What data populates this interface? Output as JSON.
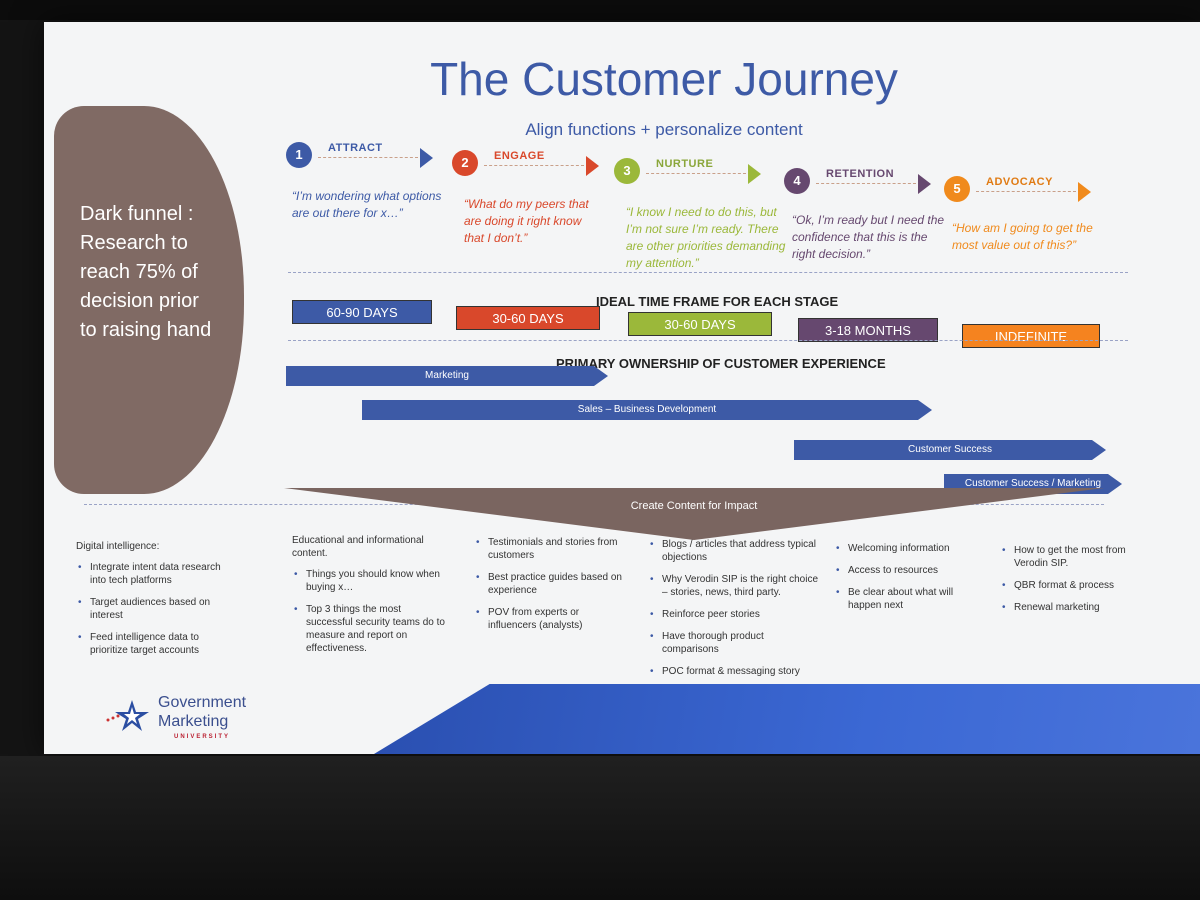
{
  "title": "The Customer Journey",
  "subtitle": "Align functions + personalize content",
  "dark_funnel": "Dark funnel : Research to reach 75% of decision prior to raising hand",
  "stages": [
    {
      "num": "1",
      "label": "ATTRACT",
      "color": "#3d5aa6",
      "label_color": "#3d5aa6",
      "quote": "“I’m wondering what options are out there for x…”"
    },
    {
      "num": "2",
      "label": "ENGAGE",
      "color": "#d9482b",
      "label_color": "#d9482b",
      "quote": "“What do my peers that are doing it right know that I don’t.”"
    },
    {
      "num": "3",
      "label": "NURTURE",
      "color": "#9bb83a",
      "label_color": "#8aa63a",
      "quote": "“I know I need to do this, but I’m not sure I’m ready. There are other priorities demanding my attention.”"
    },
    {
      "num": "4",
      "label": "RETENTION",
      "color": "#66486f",
      "label_color": "#66486f",
      "quote": "“Ok, I’m ready but I need the confidence that this is the right decision.”"
    },
    {
      "num": "5",
      "label": "ADVOCACY",
      "color": "#f08a1c",
      "label_color": "#e07b14",
      "quote": "“How am I going to get the most value out of this?”"
    }
  ],
  "timeframe_heading": "IDEAL TIME FRAME FOR EACH STAGE",
  "timeframes": [
    {
      "label": "60-90 DAYS",
      "color": "#3d5aa6"
    },
    {
      "label": "30-60 DAYS",
      "color": "#d9482b"
    },
    {
      "label": "30-60 DAYS",
      "color": "#9bb83a"
    },
    {
      "label": "3-18 MONTHS",
      "color": "#66486f"
    },
    {
      "label": "INDEFINITE",
      "color": "#f5831f"
    }
  ],
  "ownership_heading": "PRIMARY OWNERSHIP OF CUSTOMER EXPERIENCE",
  "ownership": [
    "Marketing",
    "Sales – Business Development",
    "Customer Success",
    "Customer Success / Marketing"
  ],
  "content_heading": "Create Content for Impact",
  "columns": [
    {
      "head": "Digital intelligence:",
      "items": [
        "Integrate intent data research into tech platforms",
        "Target audiences based on interest",
        "Feed intelligence data to prioritize target accounts"
      ]
    },
    {
      "head": "Educational and informational content.",
      "items": [
        "Things you should know when buying x…",
        "Top 3 things the most successful security teams do to measure and report on effectiveness."
      ]
    },
    {
      "head": "",
      "items": [
        "Testimonials and stories from customers",
        "Best practice guides based on experience",
        "POV from experts or influencers (analysts)"
      ]
    },
    {
      "head": "",
      "items": [
        "Blogs / articles that address typical objections",
        "Why Verodin SIP is the right choice – stories, news, third party.",
        "Reinforce peer stories",
        "Have thorough product comparisons",
        "POC format & messaging story"
      ]
    },
    {
      "head": "",
      "items": [
        "Welcoming information",
        "Access to resources",
        "Be clear about what will happen next"
      ]
    },
    {
      "head": "",
      "items": [
        "How to get the most from Verodin SIP.",
        "QBR format & process",
        "Renewal marketing"
      ]
    }
  ],
  "logo": {
    "line1": "Government",
    "line2": "Marketing",
    "line3": "UNIVERSITY"
  }
}
